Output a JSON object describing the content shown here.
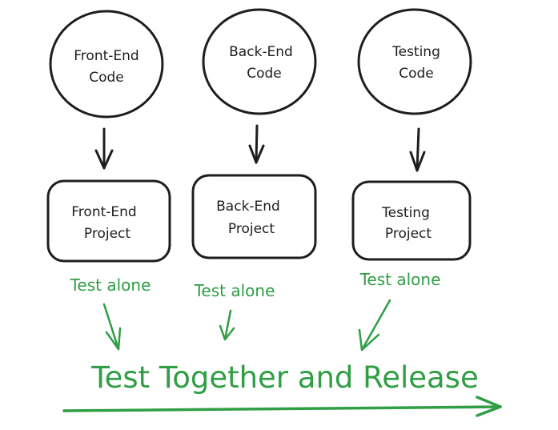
{
  "colors": {
    "ink": "#1e1e1e",
    "accent": "#2f9e44",
    "background": "#ffffff"
  },
  "code_nodes": [
    {
      "line1": "Front-End",
      "line2": "Code"
    },
    {
      "line1": "Back-End",
      "line2": "Code"
    },
    {
      "line1": "Testing",
      "line2": "Code"
    }
  ],
  "project_nodes": [
    {
      "line1": "Front-End",
      "line2": "Project"
    },
    {
      "line1": "Back-End",
      "line2": "Project"
    },
    {
      "line1": "Testing",
      "line2": "Project"
    }
  ],
  "test_labels": [
    "Test alone",
    "Test alone",
    "Test alone"
  ],
  "final_stage": {
    "label": "Test Together and Release"
  }
}
